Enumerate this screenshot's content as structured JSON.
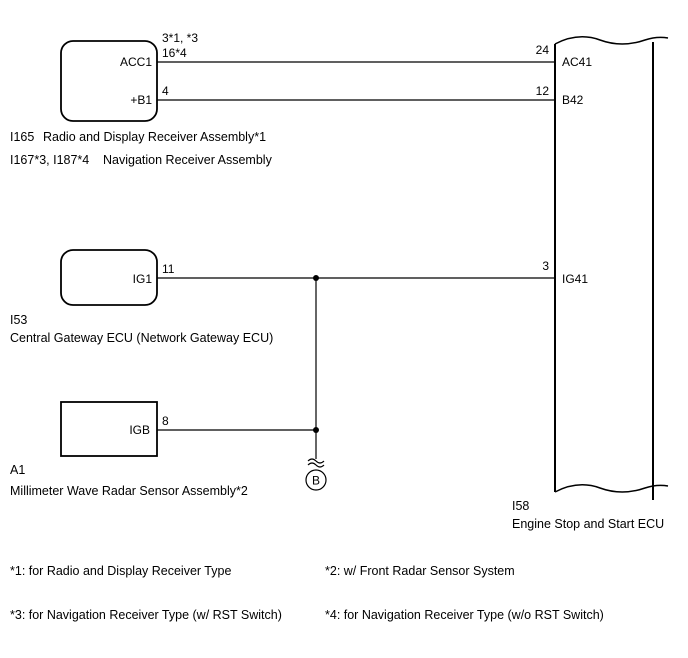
{
  "components": {
    "radio": {
      "pin_acc1": "ACC1",
      "pin_b1": "+B1",
      "code_line1": "I165",
      "name_line1": "Radio and Display Receiver Assembly*1",
      "code_line2": "I167*3, I187*4",
      "name_line2": "Navigation Receiver Assembly"
    },
    "gateway": {
      "pin_ig1": "IG1",
      "code": "I53",
      "name": "Central Gateway ECU (Network Gateway ECU)"
    },
    "radar": {
      "pin_igb": "IGB",
      "code": "A1",
      "name": "Millimeter Wave Radar Sensor Assembly*2"
    },
    "ecu": {
      "pin_ac41": "AC41",
      "pin_b42": "B42",
      "pin_ig41": "IG41",
      "code": "I58",
      "name": "Engine Stop and Start ECU"
    }
  },
  "wires": {
    "acc": {
      "left_pin_top": "3*1, *3",
      "left_pin_bottom": "16*4",
      "right_pin": "24"
    },
    "b": {
      "left_pin": "4",
      "right_pin": "12"
    },
    "ig": {
      "left_pin": "11",
      "right_pin": "3"
    },
    "igb": {
      "left_pin": "8"
    }
  },
  "connector_ref": "B",
  "notes": [
    "*1: for Radio and Display Receiver Type",
    "*2: w/ Front Radar Sensor System",
    "*3: for Navigation Receiver Type (w/ RST Switch)",
    "*4: for Navigation Receiver Type (w/o RST Switch)"
  ]
}
